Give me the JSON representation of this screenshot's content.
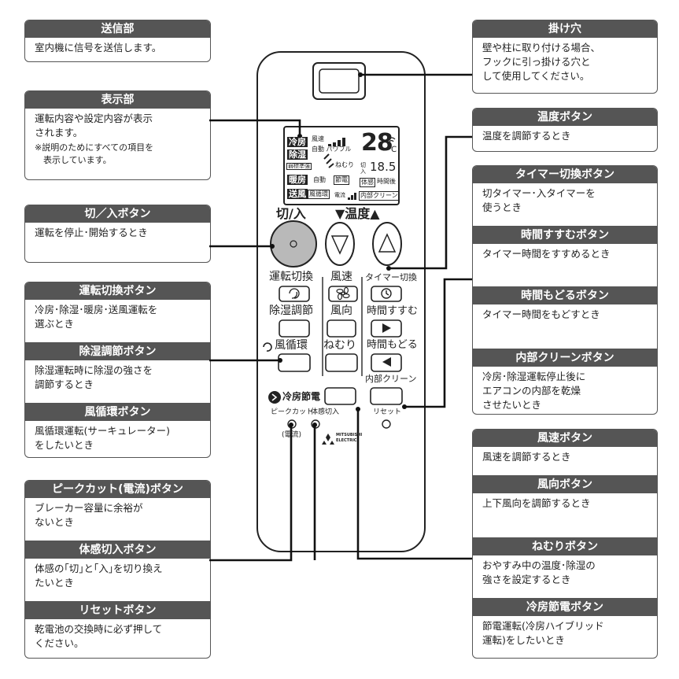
{
  "callouts": {
    "transmitter": {
      "title": "送信部",
      "desc": "室内機に信号を送信します。"
    },
    "display": {
      "title": "表示部",
      "desc": "運転内容や設定内容が表示\nされます。",
      "note": "※説明のためにすべての項目を\n　表示しています。"
    },
    "power": {
      "title": "切／入ボタン",
      "desc": "運転を停止･開始するとき"
    },
    "mode": {
      "title": "運転切換ボタン",
      "desc": "冷房･除湿･暖房･送風運転を\n選ぶとき"
    },
    "dehum": {
      "title": "除湿調節ボタン",
      "desc": "除湿運転時に除湿の強さを\n調節するとき"
    },
    "circulation": {
      "title": "風循環ボタン",
      "desc": "風循環運転(サーキュレーター)\nをしたいとき"
    },
    "peakcut": {
      "title": "ピークカット(電流)ボタン",
      "desc": "ブレーカー容量に余裕が\nないとき"
    },
    "sense": {
      "title": "体感切入ボタン",
      "desc": "体感の｢切｣と｢入｣を切り換え\nたいとき"
    },
    "reset": {
      "title": "リセットボタン",
      "desc": "乾電池の交換時に必ず押して\nください。"
    },
    "hook": {
      "title": "掛け穴",
      "desc": "壁や柱に取り付ける場合、\nフックに引っ掛ける穴と\nして使用してください。"
    },
    "temp": {
      "title": "温度ボタン",
      "desc": "温度を調節するとき"
    },
    "timer": {
      "title": "タイマー切換ボタン",
      "desc": "切タイマー･入タイマーを\n使うとき"
    },
    "time_fwd": {
      "title": "時間すすむボタン",
      "desc": "タイマー時間をすすめるとき"
    },
    "time_back": {
      "title": "時間もどるボタン",
      "desc": "タイマー時間をもどすとき"
    },
    "clean": {
      "title": "内部クリーンボタン",
      "desc": "冷房･除湿運転停止後に\nエアコンの内部を乾燥\nさせたいとき"
    },
    "fanspeed": {
      "title": "風速ボタン",
      "desc": "風速を調節するとき"
    },
    "direction": {
      "title": "風向ボタン",
      "desc": "上下風向を調節するとき"
    },
    "sleep": {
      "title": "ねむりボタン",
      "desc": "おやすみ中の温度･除湿の\n強さを設定するとき"
    },
    "eco": {
      "title": "冷房節電ボタン",
      "desc": "節電運転(冷房ハイブリッド\n運転)をしたいとき"
    }
  },
  "remote": {
    "lcd": {
      "cool": "冷房",
      "dry": "除湿",
      "dry_sub": "弱標準強",
      "heat": "暖房",
      "fan": "送風",
      "wind_speed": "風速",
      "auto_powerful": "自動 パワフル",
      "sleep": "ねむり",
      "auto2": "自動",
      "save": "節電",
      "circ": "風循環",
      "current": "電流",
      "temp_big": "28",
      "temp_unit": "℃",
      "sub_small": "18.5",
      "sub_marks": "切入",
      "sense": "体感",
      "timer_after": "時間後",
      "clean": "内部クリーン"
    },
    "power_label": "切/入",
    "temp_label": "▼温度▲",
    "mode_label": "運転切換",
    "fan_label": "風速",
    "timer_label": "タイマー切換",
    "dehum_label": "除湿調節",
    "dir_label": "風向",
    "time_fwd_label": "時間すすむ",
    "circ_label": "風循環",
    "sleep_label": "ねむり",
    "time_back_label": "時間もどる",
    "clean_label": "内部クリーン",
    "eco_label": "冷房節電",
    "peak_label": "ピークカット",
    "peak_sub": "(電流)",
    "sense_label": "体感切入",
    "reset_label": "リセット",
    "brand_line1": "MITSUBISHI",
    "brand_line2": "ELECTRIC"
  }
}
